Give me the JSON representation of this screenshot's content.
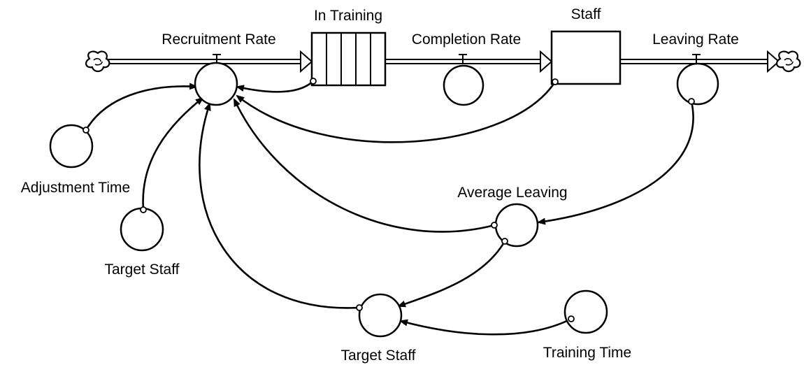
{
  "diagram": {
    "stocks": {
      "in_training": "In Training",
      "staff": "Staff"
    },
    "flows": {
      "recruitment_rate": "Recruitment Rate",
      "completion_rate": "Completion Rate",
      "leaving_rate": "Leaving Rate"
    },
    "converters": {
      "adjustment_time": "Adjustment Time",
      "target_staff_left": "Target Staff",
      "average_leaving": "Average Leaving",
      "target_staff_bottom": "Target Staff",
      "training_time": "Training Time"
    }
  }
}
